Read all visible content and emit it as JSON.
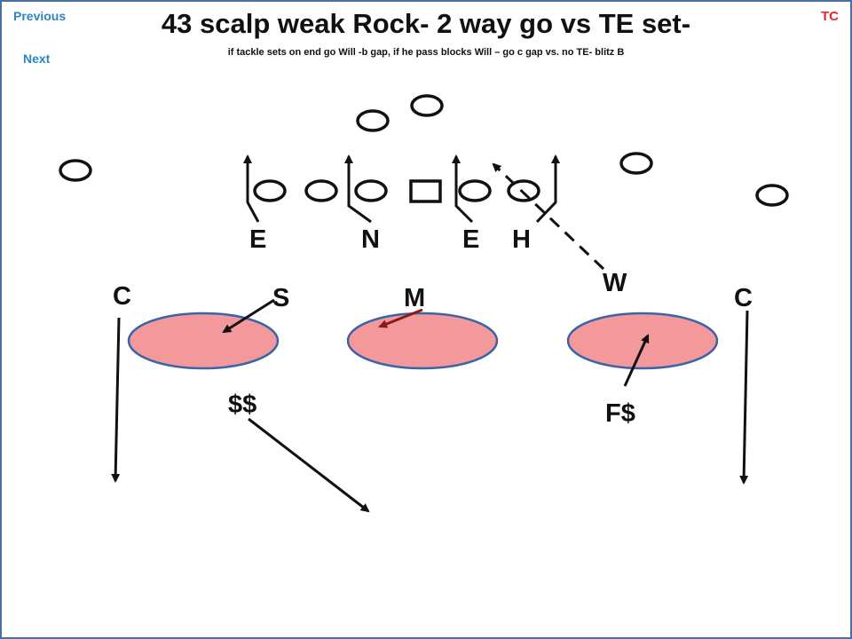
{
  "nav": {
    "previous": "Previous",
    "next": "Next",
    "tc": "TC"
  },
  "title": "43 scalp weak Rock- 2 way go vs TE set-",
  "subtitle": "if tackle sets on end go Will -b gap, if he pass blocks Will – go c gap  vs. no TE- blitz B",
  "defenders": {
    "end_left": "E",
    "nose": "N",
    "end_right": "E",
    "hawk": "H",
    "will": "W",
    "corner_left": "C",
    "sam": "S",
    "mike": "M",
    "corner_right": "C",
    "strong_safety": "$$",
    "free_safety": "F$"
  },
  "colors": {
    "zone_fill": "#f4999b",
    "zone_stroke": "#3a63a8",
    "arrow_red": "#8b1a1a",
    "ink": "#111111"
  }
}
